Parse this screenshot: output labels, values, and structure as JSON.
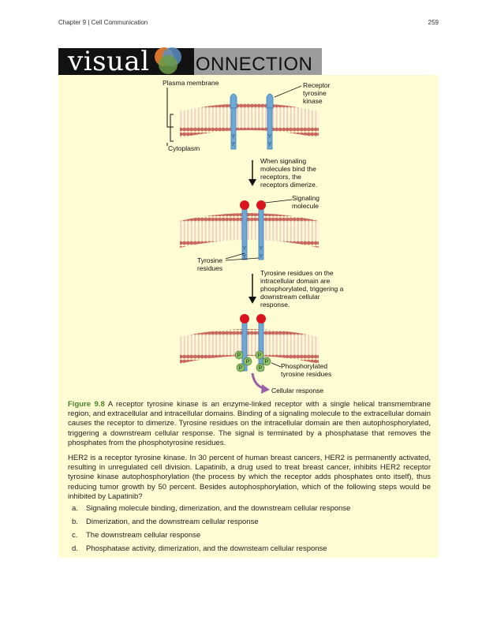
{
  "header": {
    "chapter": "Chapter 9 | Cell Communication",
    "page_number": "259"
  },
  "banner": {
    "word_left": "visual",
    "word_right": "CONNECTION"
  },
  "figure": {
    "labels": {
      "plasma_membrane": "Plasma membrane",
      "receptor_tyrosine_kinase": "Receptor tyrosine kinase",
      "cytoplasm": "Cytoplasm",
      "step1": "When signaling molecules bind the receptors, the receptors dimerize.",
      "signaling_molecule": "Signaling molecule",
      "tyrosine_residues": "Tyrosine residues",
      "step2": "Tyrosine residues on the intracellular domain are phosphorylated, triggering a downstream cellular response.",
      "phosphorylated_residues": "Phosphorylated tyrosine residues",
      "cellular_response": "Cellular response",
      "y_letter": "Y",
      "p_letter": "P"
    },
    "colors": {
      "panel_bg": "#fefcd2",
      "lipid_head": "#c9685e",
      "lipid_tail": "#f0d3c8",
      "receptor": "#6fa8d6",
      "receptor_dark": "#3f7fb3",
      "signal": "#d9141e",
      "phosphate": "#8fc06a",
      "response_arrow": "#9b5fa8"
    }
  },
  "caption": {
    "figure_number": "Figure 9.8",
    "text": " A receptor tyrosine kinase is an enzyme-linked receptor with a single helical transmembrane region, and extracellular and intracellular domains. Binding of a signaling molecule to the extracellular domain causes the receptor to dimerize. Tyrosine residues on the intracellular domain are then autophosphorylated, triggering a downstream cellular response. The signal is terminated by a phosphatase that removes the phosphates from the phosphotyrosine residues."
  },
  "question": {
    "text": "HER2 is a receptor tyrosine kinase. In 30 percent of human breast cancers, HER2 is permanently activated, resulting in unregulated cell division. Lapatinib, a drug used to treat breast cancer, inhibits HER2 receptor tyrosine kinase autophosphorylation (the process by which the receptor adds phosphates onto itself), thus reducing tumor growth by 50 percent. Besides autophosphorylation, which of the following steps would be inhibited by Lapatinib?",
    "options": [
      {
        "letter": "a.",
        "text": "Signaling molecule binding, dimerization, and the downstream cellular response"
      },
      {
        "letter": "b.",
        "text": "Dimerization, and the downstream cellular response"
      },
      {
        "letter": "c.",
        "text": "The downstream cellular response"
      },
      {
        "letter": "d.",
        "text": "Phosphatase activity, dimerization, and the downsteam cellular response"
      }
    ]
  }
}
